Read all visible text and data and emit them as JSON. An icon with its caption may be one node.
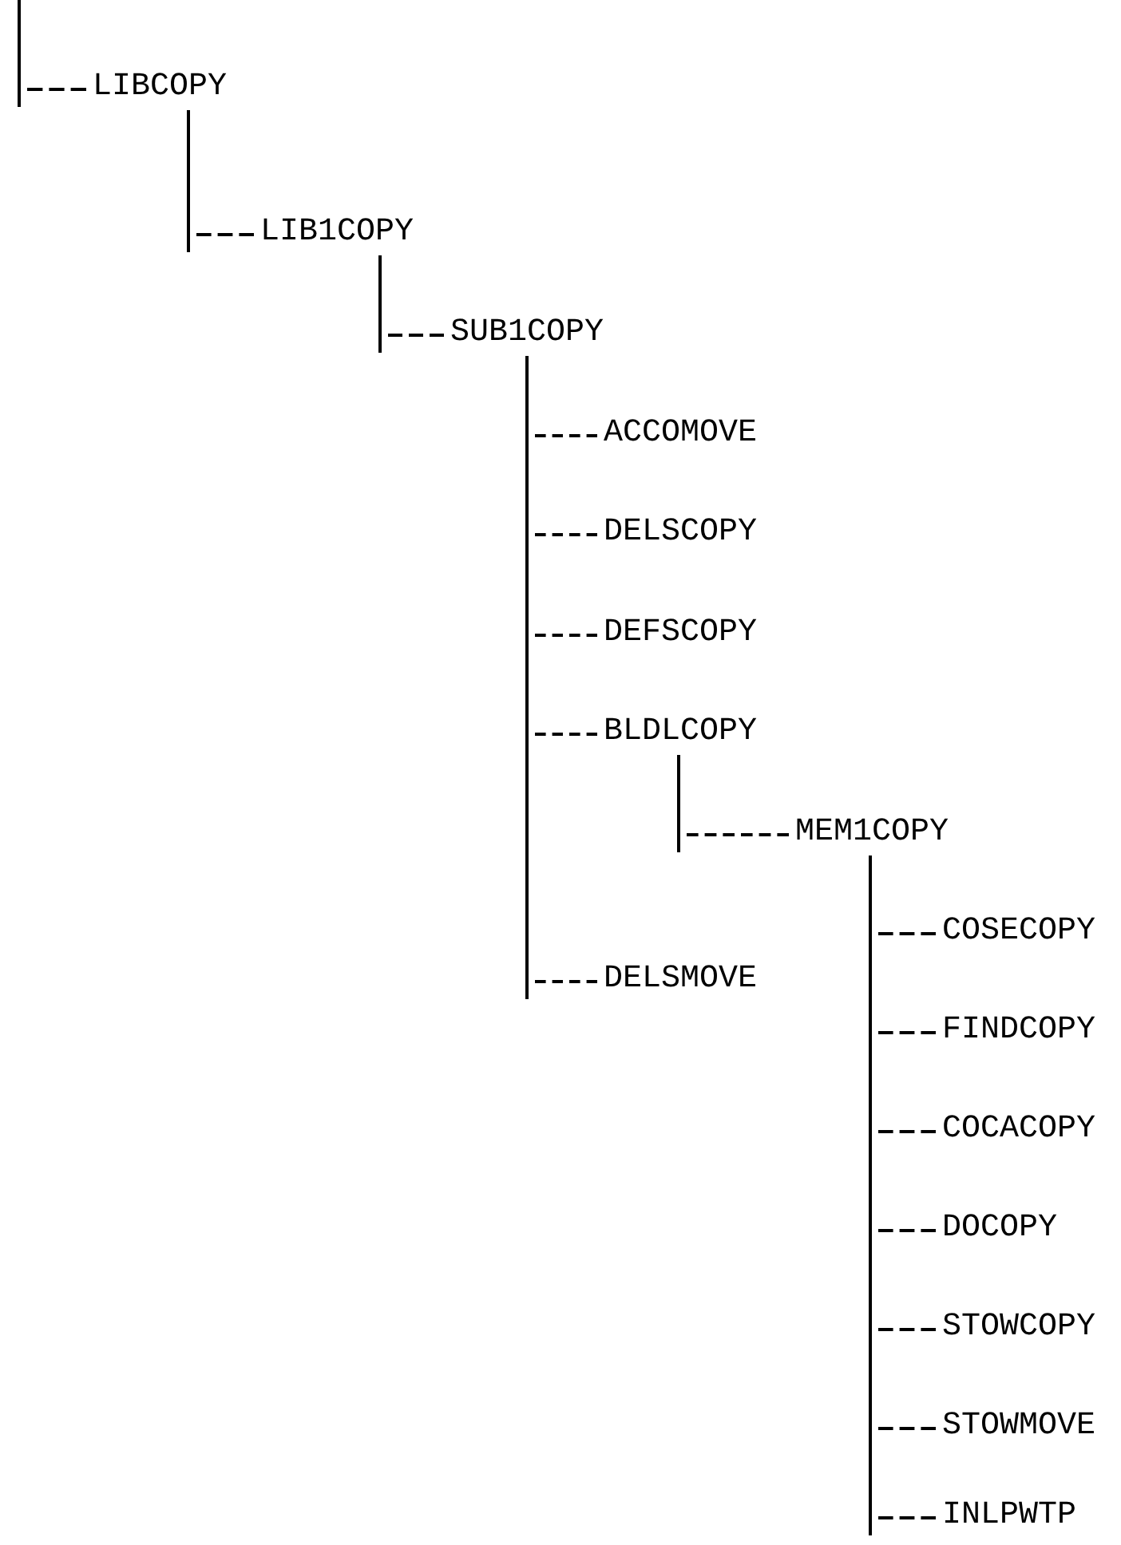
{
  "diagram": {
    "nodes": [
      {
        "text": [
          "LIBCOPY"
        ]
      },
      {
        "text": [
          "LIB1COPY"
        ]
      },
      {
        "text": [
          "SUB1COPY"
        ]
      },
      {
        "text": [
          "ACCOMOVE"
        ]
      },
      {
        "text": [
          "DELSCOPY"
        ]
      },
      {
        "text": [
          "DEFSCOPY"
        ]
      },
      {
        "text": [
          "BLDLCOPY"
        ]
      },
      {
        "text": [
          "MEM1COPY"
        ]
      },
      {
        "text": [
          "COSECOPY"
        ]
      },
      {
        "text": [
          "DELSMOVE"
        ]
      },
      {
        "text": [
          "FINDCOPY"
        ]
      },
      {
        "text": [
          "COCACOPY"
        ]
      },
      {
        "text": [
          "DOCOPY"
        ]
      },
      {
        "text": [
          "STOWCOPY"
        ]
      },
      {
        "text": [
          "STOWMOVE"
        ]
      },
      {
        "text": [
          "INLPWTP"
        ]
      }
    ],
    "edges": [
      {
        "from": null,
        "to": 0,
        "arrow": "none"
      },
      {
        "from": 0,
        "to": 1,
        "arrow": "none"
      },
      {
        "from": 1,
        "to": 2,
        "arrow": "none"
      },
      {
        "from": 2,
        "to": 3,
        "arrow": "none"
      },
      {
        "from": 2,
        "to": 4,
        "arrow": "none"
      },
      {
        "from": 2,
        "to": 5,
        "arrow": "none"
      },
      {
        "from": 2,
        "to": 6,
        "arrow": "none"
      },
      {
        "from": 6,
        "to": 7,
        "arrow": "none"
      },
      {
        "from": 7,
        "to": 8,
        "arrow": "none"
      },
      {
        "from": 2,
        "to": 9,
        "arrow": "none"
      },
      {
        "from": 7,
        "to": 10,
        "arrow": "none"
      },
      {
        "from": 7,
        "to": 11,
        "arrow": "none"
      },
      {
        "from": 7,
        "to": 12,
        "arrow": "none"
      },
      {
        "from": 7,
        "to": 13,
        "arrow": "none"
      },
      {
        "from": 7,
        "to": 14,
        "arrow": "none"
      },
      {
        "from": 7,
        "to": 15,
        "arrow": "none"
      }
    ]
  }
}
